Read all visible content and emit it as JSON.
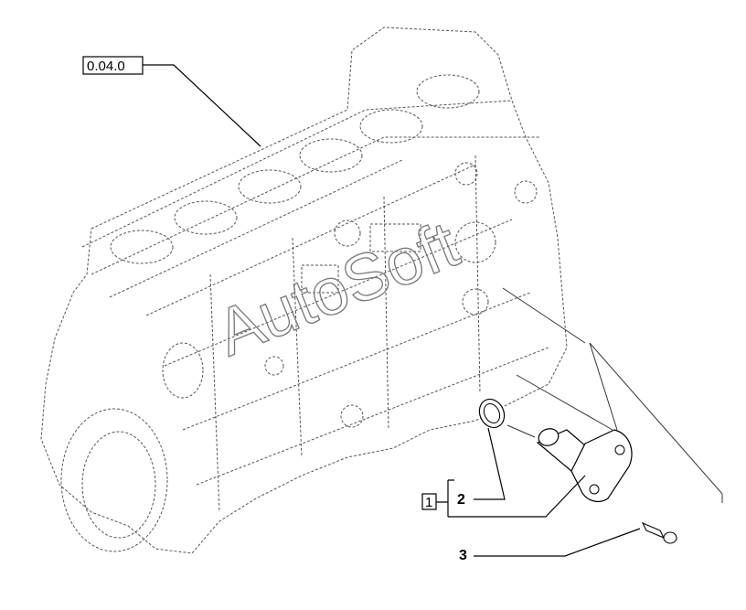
{
  "reference_label": "0.04.0",
  "group_label": "1",
  "callouts": {
    "seal": "2",
    "bolt": "3"
  },
  "watermark": "AutoSoft",
  "colors": {
    "line": "#000000",
    "dashed": "#555555",
    "background": "#ffffff"
  }
}
